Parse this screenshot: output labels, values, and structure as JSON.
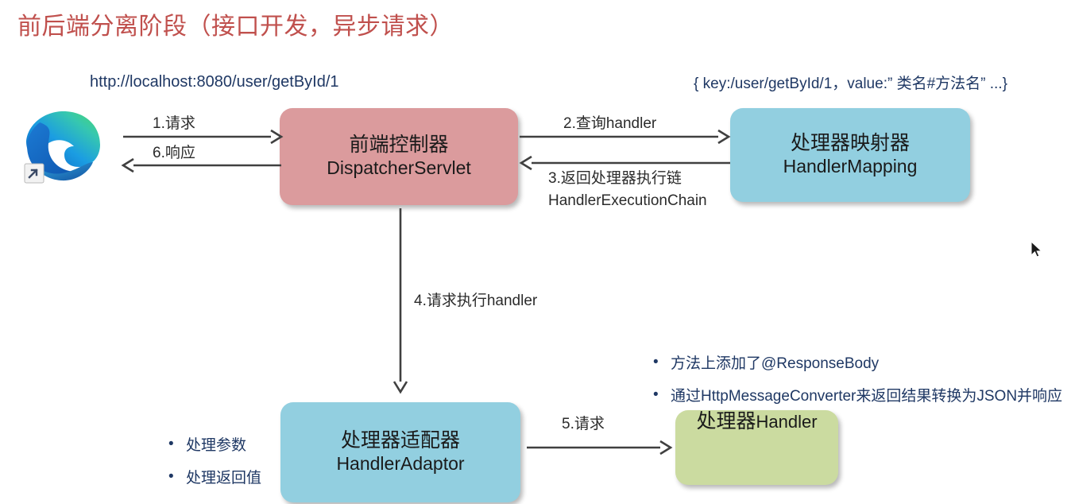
{
  "slide": {
    "title": "前后端分离阶段（接口开发，异步请求）",
    "title_color": "#C0504D",
    "background": "#FFFFFF"
  },
  "browser": {
    "icon": "edge-browser-icon",
    "url": "http://localhost:8080/user/getById/1"
  },
  "annotations": {
    "mapping_entry": "{ key:/user/getById/1，value:” 类名#方法名” ...}"
  },
  "nodes": [
    {
      "id": "dispatcher-servlet",
      "cn": "前端控制器",
      "en": "DispatcherServlet",
      "color": "#DB9B9D"
    },
    {
      "id": "handler-mapping",
      "cn": "处理器映射器",
      "en": "HandlerMapping",
      "color": "#92CFE0"
    },
    {
      "id": "handler-adaptor",
      "cn": "处理器适配器",
      "en": "HandlerAdaptor",
      "color": "#92CFE0"
    },
    {
      "id": "handler",
      "cn": "处理器",
      "en": "Handler",
      "color": "#CBDBA0"
    }
  ],
  "flows": [
    {
      "id": "step1",
      "label": "1.请求"
    },
    {
      "id": "step6",
      "label": "6.响应"
    },
    {
      "id": "step2",
      "label": "2.查询handler"
    },
    {
      "id": "step3",
      "label": "3.返回处理器执行链",
      "label2": "HandlerExecutionChain"
    },
    {
      "id": "step4",
      "label": "4.请求执行handler"
    },
    {
      "id": "step5",
      "label": "5.请求"
    }
  ],
  "notes": {
    "adaptor": [
      "处理参数",
      "处理返回值"
    ],
    "handler": [
      "方法上添加了@ResponseBody",
      "通过HttpMessageConverter来返回结果转换为JSON并响应"
    ],
    "bullet_glyph": "•"
  }
}
